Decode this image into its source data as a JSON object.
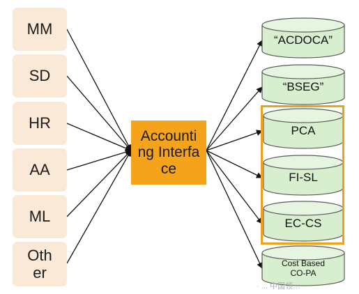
{
  "sources": [
    {
      "id": "mm",
      "label": "MM"
    },
    {
      "id": "sd",
      "label": "SD"
    },
    {
      "id": "hr",
      "label": "HR"
    },
    {
      "id": "aa",
      "label": "AA"
    },
    {
      "id": "ml",
      "label": "ML"
    },
    {
      "id": "other",
      "label": "Oth\ner"
    }
  ],
  "center": {
    "label": "Accounting Interface"
  },
  "targets": [
    {
      "id": "acdoca",
      "label": "“ACDOCA”"
    },
    {
      "id": "bseg",
      "label": "“BSEG”"
    },
    {
      "id": "pca",
      "label": "PCA"
    },
    {
      "id": "fisl",
      "label": "FI-SL"
    },
    {
      "id": "eccs",
      "label": "EC-CS"
    },
    {
      "id": "copa",
      "label": "Cost Based\nCO-PA"
    }
  ],
  "highlight_group": [
    "pca",
    "fisl",
    "eccs"
  ],
  "watermark": "· ... 中国领…",
  "colors": {
    "source_fill": "#fbe9d7",
    "center_fill": "#f5a31a",
    "cylinder_fill": "#d7efcf",
    "cylinder_stroke": "#5a5a5a",
    "highlight_border": "#f0a11b"
  }
}
